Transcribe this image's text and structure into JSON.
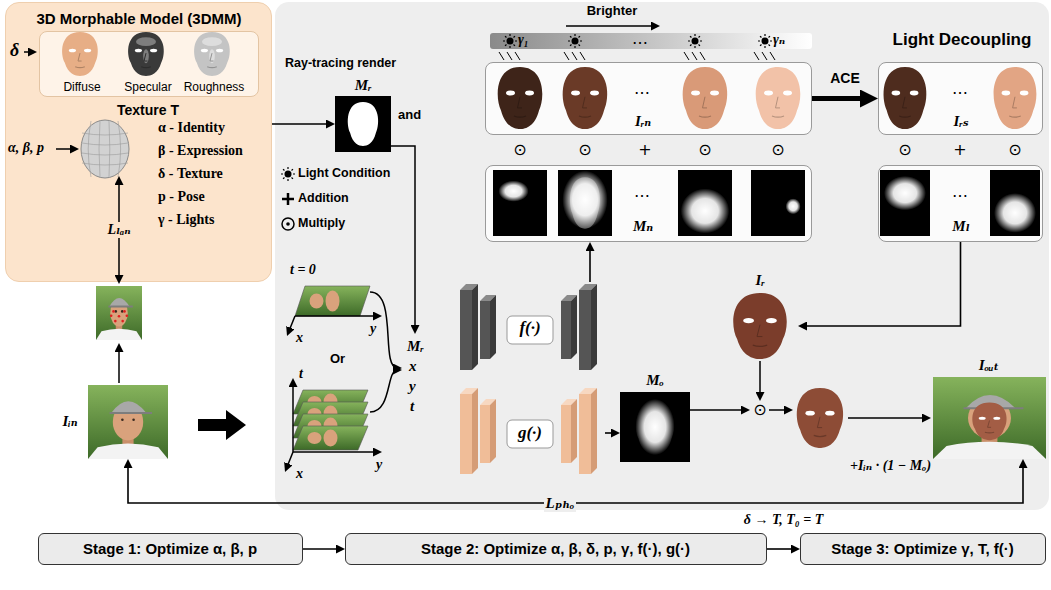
{
  "diagram": {
    "nodes": [
      {
        "text": [
          "3D Morphable Model (3DMM)"
        ]
      },
      {
        "text": [
          "Diffuse",
          "Specular",
          "Roughness",
          "Texture T"
        ],
        "in": 0
      },
      {
        "text": [
          "Light Decoupling"
        ]
      },
      {
        "text": [
          "Mᵣ"
        ],
        "in": 2
      },
      {
        "text": [
          "Iᵣₙ"
        ],
        "in": 2
      },
      {
        "text": [
          "Mₙ"
        ],
        "in": 2
      },
      {
        "text": [
          "Iᵣₛ"
        ],
        "in": 2
      },
      {
        "text": [
          "Mₗ"
        ],
        "in": 2
      },
      {
        "text": [
          "f(·)"
        ],
        "in": 2
      },
      {
        "text": [
          "g(·)"
        ],
        "in": 2
      },
      {
        "text": [
          "Mₒ"
        ],
        "in": 2
      },
      {
        "text": [
          "Iᵣ"
        ],
        "in": 2
      },
      {
        "text": [
          "Iₒᵤₜ"
        ],
        "in": 2
      },
      {
        "text": [
          "Iᵢₙ"
        ]
      },
      {
        "text": [
          "Stage 1: Optimize α, β, p"
        ]
      },
      {
        "text": [
          "Stage 2: Optimize α, β, δ, p, γ, f(·), g(·)"
        ]
      },
      {
        "text": [
          "Stage 3: Optimize γ, T, f(·)"
        ]
      }
    ],
    "edges": [
      {
        "from": 0,
        "to": 3,
        "arrow": "to",
        "label": "Ray-tracing render"
      },
      {
        "from": 8,
        "to": 5,
        "arrow": "to"
      },
      {
        "from": 4,
        "to": 6,
        "arrow": "to",
        "label": "ACE"
      },
      {
        "from": 7,
        "to": 11,
        "arrow": "to"
      },
      {
        "from": 9,
        "to": 10,
        "arrow": "to"
      },
      {
        "from": 13,
        "to": 12,
        "arrow": "both",
        "label": "Lₚₕₒ"
      },
      {
        "from": 14,
        "to": 15,
        "arrow": "to"
      },
      {
        "from": 15,
        "to": 16,
        "arrow": "to",
        "label": "δ → T, T₀ = T"
      }
    ],
    "labels": [
      "δ",
      "α, β, p",
      "α - Identity",
      "β - Expression",
      "δ - Texture",
      "p - Pose",
      "γ - Lights",
      "Lₗₐₙ",
      "Brighter",
      "γ₁",
      "…",
      "γₙ",
      "and",
      "…",
      "⊙",
      "⊙",
      "+",
      "⊙",
      "⊙",
      "…",
      "…",
      "⊙",
      "+",
      "⊙",
      "…",
      "t = 0",
      "y",
      "x",
      "Or",
      "t",
      "y",
      "x",
      "Mᵣ",
      "x",
      "y",
      "t",
      "⊙",
      "+Iᵢₙ · (1 − Mₒ)"
    ],
    "legend": [
      {
        "text": "Light Condition"
      },
      {
        "text": "Addition"
      },
      {
        "text": "Multiply"
      }
    ]
  }
}
